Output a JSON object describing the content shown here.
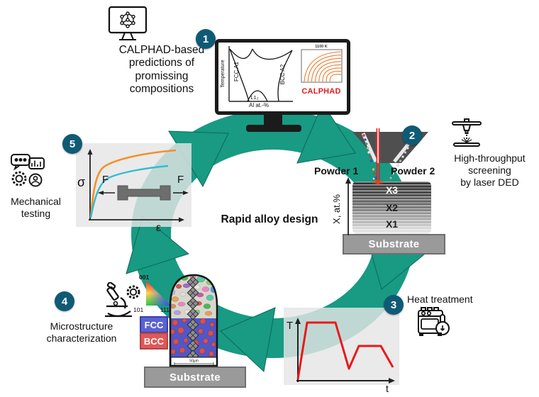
{
  "title": {
    "center": "Rapid alloy design"
  },
  "badges": {
    "s1": "1",
    "s2": "2",
    "s3": "3",
    "s4": "4",
    "s5": "5"
  },
  "step1": {
    "l1": "CALPHAD-based",
    "l2": "predictions of",
    "l3": "promissing",
    "l4": "compositions"
  },
  "step2": {
    "l1": "High-throughput",
    "l2": "screening",
    "l3": "by laser DED",
    "powder1": "Powder 1",
    "powder2": "Powder 2",
    "x3": "X3",
    "x2": "X2",
    "x1": "X1",
    "axis": "X, at.%",
    "substrate": "Substrate"
  },
  "step3": {
    "l1": "Heat treatment",
    "ylabel": "T",
    "xlabel": "t"
  },
  "step4": {
    "l1": "Microstructure",
    "l2": "characterization",
    "ipf_001": "001",
    "ipf_101": "101",
    "ipf_111": "111",
    "fcc": "FCC",
    "bcc": "BCC",
    "scale": "50µm",
    "substrate": "Substrate"
  },
  "step5": {
    "l1": "Mechanical",
    "l2": "testing",
    "sigma": "σ",
    "epsilon": "ε",
    "f_left": "F",
    "f_right": "F"
  },
  "monitor": {
    "phase": {
      "ylabel": "Temperature",
      "xlabel": "Al at.-%",
      "region_fcc": "FCC A1",
      "region_bcc": "BCC A2",
      "region_l12": "L1₂"
    },
    "contour": {
      "title": "1100 K",
      "caption": "CALPHAD"
    }
  },
  "colors": {
    "teal": "#189a83",
    "badge": "#0f5a74",
    "laser_red": "#e8191c",
    "orange_curve": "#f0922b",
    "cyan_curve": "#35bbd1",
    "fcc_blue": "#5b62d3",
    "bcc_red": "#de5958",
    "calphad_red": "#e3191e"
  }
}
